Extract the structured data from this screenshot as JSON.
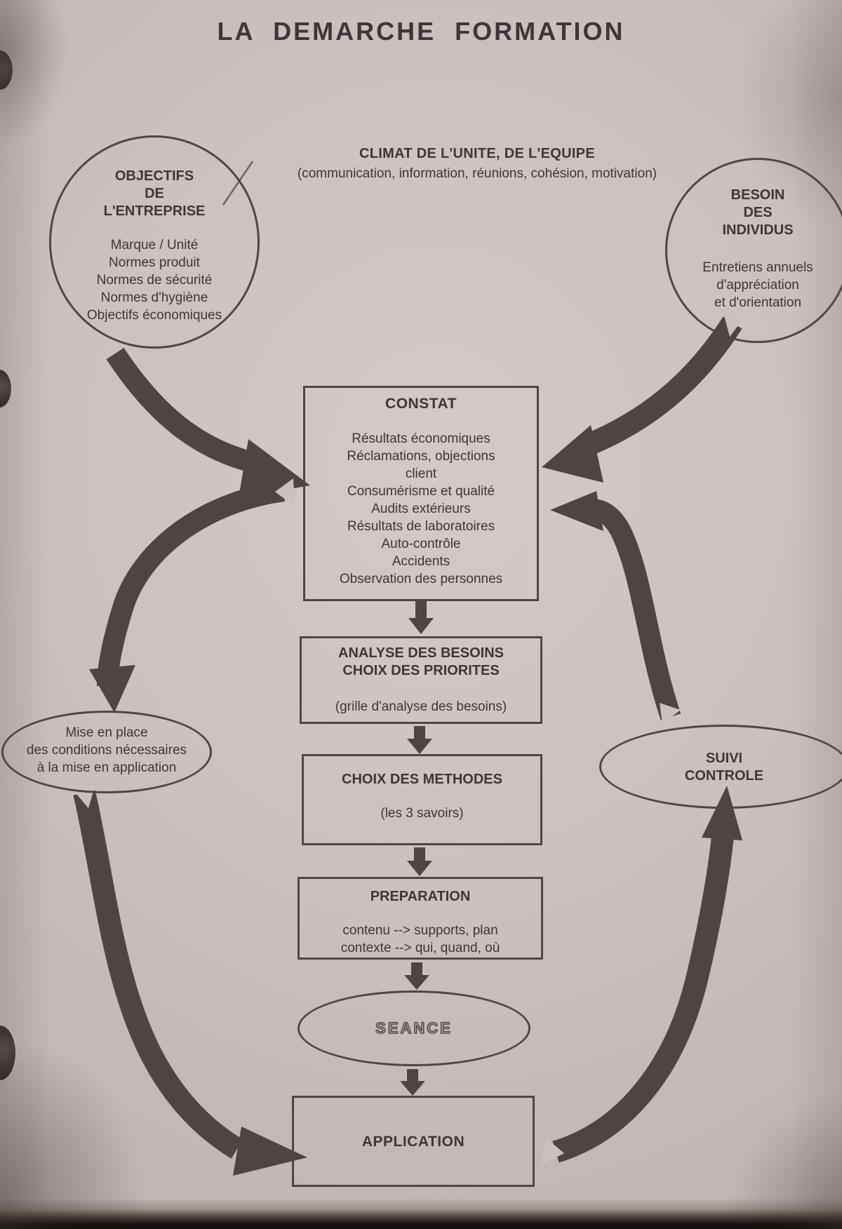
{
  "title": "LA DEMARCHE FORMATION",
  "climat": {
    "heading": "CLIMAT DE L'UNITE, DE L'EQUIPE",
    "subtext": "(communication, information, réunions, cohésion, motivation)"
  },
  "objectifs": {
    "heading": [
      "OBJECTIFS",
      "DE",
      "L'ENTREPRISE"
    ],
    "items": [
      "Marque / Unité",
      "Normes produit",
      "Normes de sécurité",
      "Normes d'hygiène",
      "Objectifs économiques"
    ]
  },
  "besoin": {
    "heading": [
      "BESOIN",
      "DES",
      "INDIVIDUS"
    ],
    "items": [
      "Entretiens annuels",
      "d'appréciation",
      "et d'orientation"
    ]
  },
  "constat": {
    "heading": "CONSTAT",
    "items": [
      "Résultats économiques",
      "Réclamations, objections",
      "client",
      "Consumérisme et qualité",
      "Audits extérieurs",
      "Résultats de laboratoires",
      "Auto-contrôle",
      "Accidents",
      "Observation des personnes"
    ]
  },
  "analyse": {
    "heading": [
      "ANALYSE DES BESOINS",
      "CHOIX DES PRIORITES"
    ],
    "note": "(grille d'analyse des besoins)"
  },
  "mise": {
    "lines": [
      "Mise en place",
      "des conditions nécessaires",
      "à la mise en application"
    ]
  },
  "methodes": {
    "heading": "CHOIX DES METHODES",
    "note": "(les 3 savoirs)"
  },
  "suivi": {
    "lines": [
      "SUIVI",
      "CONTROLE"
    ]
  },
  "preparation": {
    "heading": "PREPARATION",
    "lines": [
      "contenu --> supports, plan",
      "contexte --> qui, quand, où"
    ]
  },
  "seance": {
    "label": "SEANCE"
  },
  "application": {
    "label": "APPLICATION"
  },
  "colors": {
    "paper": "#cbc1be",
    "ink": "#3e3638",
    "arrow": "#4e4543"
  }
}
